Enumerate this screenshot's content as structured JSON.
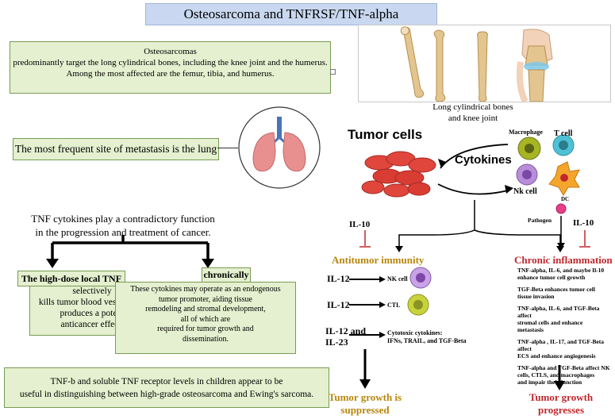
{
  "title": "Osteosarcoma and TNFRSF/TNF-alpha",
  "osteo_box": {
    "line1": "Osteosarcomas",
    "line2": "predominantly target the long cylindrical bones, including the knee joint and the humerus.",
    "line3": "Among the most affected are the femur, tibia, and humerus."
  },
  "bones_caption": {
    "line1": "Long cylindrical bones",
    "line2": "and knee joint"
  },
  "lung_box": "The most frequent site of metastasis is the lung",
  "tnf_text": {
    "line1": "TNF cytokines play a contradictory function",
    "line2": "in the progression and treatment of cancer."
  },
  "high_dose": {
    "label": "The high-dose local TNF",
    "lines": [
      "selectively",
      "kills tumor blood vessels and",
      "produces a potent",
      "anticancer effect."
    ]
  },
  "chronically": {
    "label": "chronically",
    "lines": [
      "These cytokines may operate as an endogenous",
      "tumor promoter, aiding tissue",
      "remodeling and stromal development,",
      "all of which are",
      "required for tumor growth and",
      "dissemination."
    ]
  },
  "tnfb_box": {
    "line1": "TNF-b and soluble TNF receptor levels in children appear to be",
    "line2": "useful in distinguishing between high-grade osteosarcoma and Ewing's sarcoma."
  },
  "pathway": {
    "tumor_cells": "Tumor cells",
    "cytokines": "Cytokines",
    "macrophage": "Macrophage",
    "t_cell": "T cell",
    "nk_cell": "Nk cell",
    "dc": "DC",
    "il10_left": "IL-10",
    "il10_right": "IL-10",
    "pathogen": "Pathogen",
    "antitumor": "Antitumor immunity",
    "chronic": "Chronic inflammation",
    "il12_a": "IL-12",
    "nk_cell_small": "NK cell",
    "il12_b": "IL-12",
    "ctl": "CTL",
    "il12_il23_line1": "IL-12 and",
    "il12_il23_line2": "IL-23",
    "cytotoxic_line1": "Cytotoxic cytokines:",
    "cytotoxic_line2": "IFNs, TRAIL, and TGF-Beta",
    "suppressed_line1": "Tumor growth is",
    "suppressed_line2": "suppressed",
    "progresses_line1": "Tumor growth",
    "progresses_line2": "progresses"
  },
  "chronic_effects": [
    [
      "TNF-alpha, IL-6, and maybe Il-10",
      "enhance tumor cell growth"
    ],
    [
      "TGF-Beta enhances tumor cell",
      "tissue invasion"
    ],
    [
      "TNF-alpha, IL-6, and TGF-Beta affect",
      "stromal cells and enhance",
      "metastasis"
    ],
    [
      "TNF-alpha , IL-17, and TGF-Beta affect",
      "ECS and enhance angiogenesis"
    ],
    [
      "TNF-alpha and TGF-Beta affect NK",
      "cells, CTLS, and macrophages",
      "and impair their function"
    ]
  ],
  "colors": {
    "green_fill": "#e4f0cf",
    "title_fill": "#c9d8f0",
    "gold": "#b8860b",
    "red": "#c0282d"
  }
}
